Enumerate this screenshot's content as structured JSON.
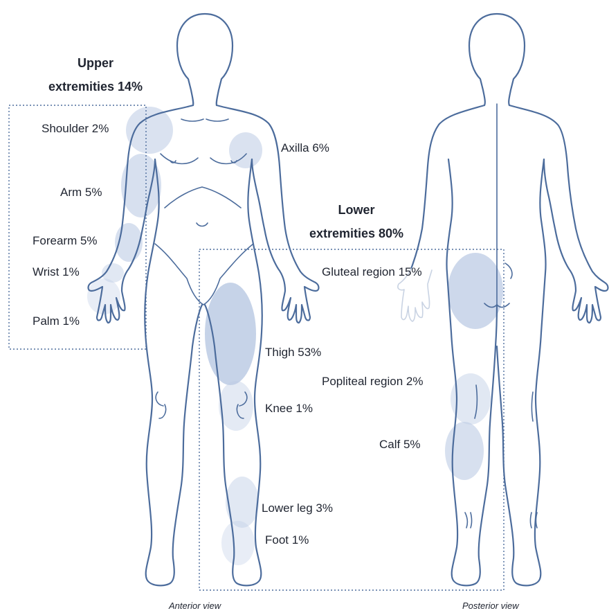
{
  "groups": {
    "upper": {
      "line1": "Upper",
      "line2": "extremities 14%"
    },
    "lower": {
      "line1": "Lower",
      "line2": "extremities 80%"
    }
  },
  "regions": {
    "shoulder": "Shoulder 2%",
    "axilla": "Axilla 6%",
    "arm": "Arm 5%",
    "forearm": "Forearm 5%",
    "wrist": "Wrist 1%",
    "palm": "Palm 1%",
    "gluteal": "Gluteal region 15%",
    "thigh": "Thigh 53%",
    "popliteal": "Popliteal region 2%",
    "knee": "Knee 1%",
    "calf": "Calf 5%",
    "lower_leg": "Lower leg 3%",
    "foot": "Foot  1%"
  },
  "views": {
    "anterior": "Anterior view",
    "posterior": "Posterior view"
  },
  "colors": {
    "outline": "#4c6c9c",
    "highlight": "#bccbe4",
    "text": "#1f2430"
  }
}
